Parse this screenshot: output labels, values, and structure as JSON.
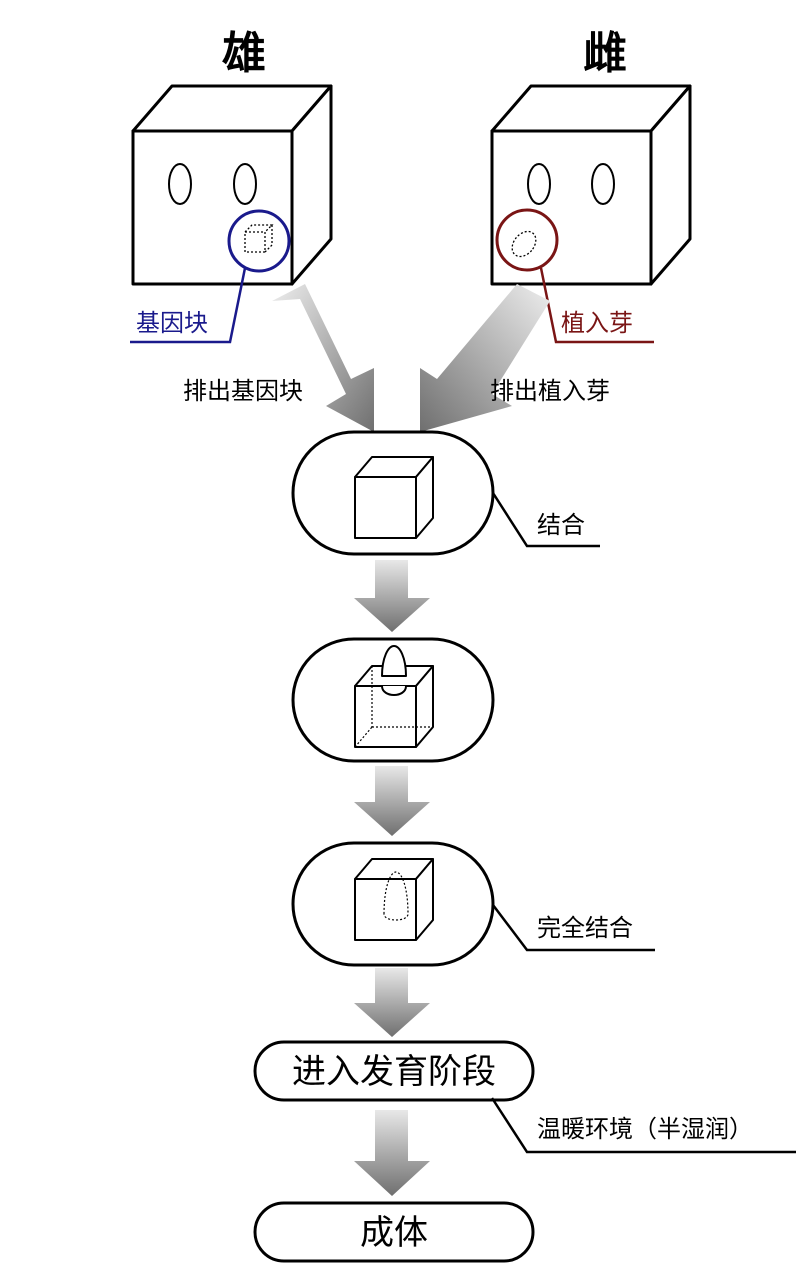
{
  "male": {
    "title": "雄",
    "callout": "基因块",
    "callout_color": "#1a1a8c"
  },
  "female": {
    "title": "雌",
    "callout": "植入芽",
    "callout_color": "#7a1515"
  },
  "arrows": {
    "left_label": "排出基因块",
    "right_label": "排出植入芽"
  },
  "stages": {
    "combine": "结合",
    "complete": "完全结合",
    "development": "进入发育阶段",
    "environment": "温暖环境（半湿润）",
    "adult": "成体"
  },
  "colors": {
    "arrow_dark": "#777777",
    "arrow_light": "#e6e6e6",
    "line": "#000000"
  }
}
